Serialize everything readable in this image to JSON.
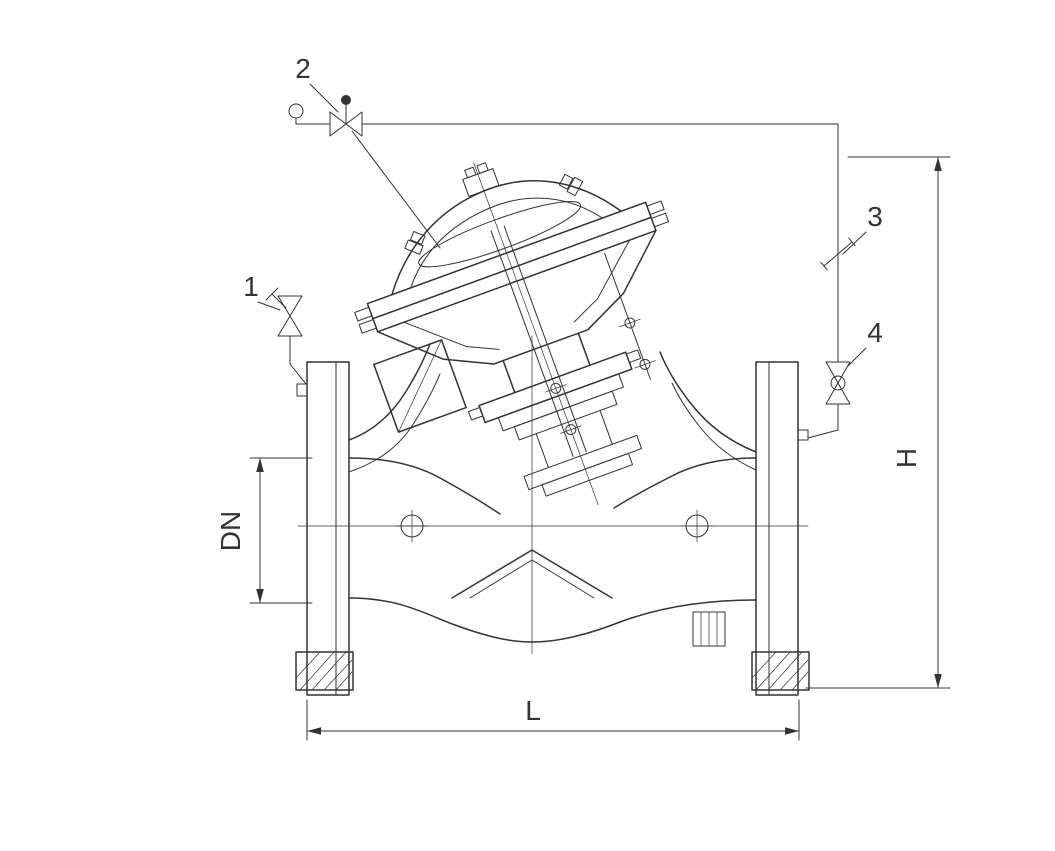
{
  "drawing": {
    "background_color": "#ffffff",
    "line_color": "#333333",
    "callouts": {
      "c1": "1",
      "c2": "2",
      "c3": "3",
      "c4": "4"
    },
    "dimensions": {
      "dn": "DN",
      "h": "H",
      "l": "L"
    }
  }
}
